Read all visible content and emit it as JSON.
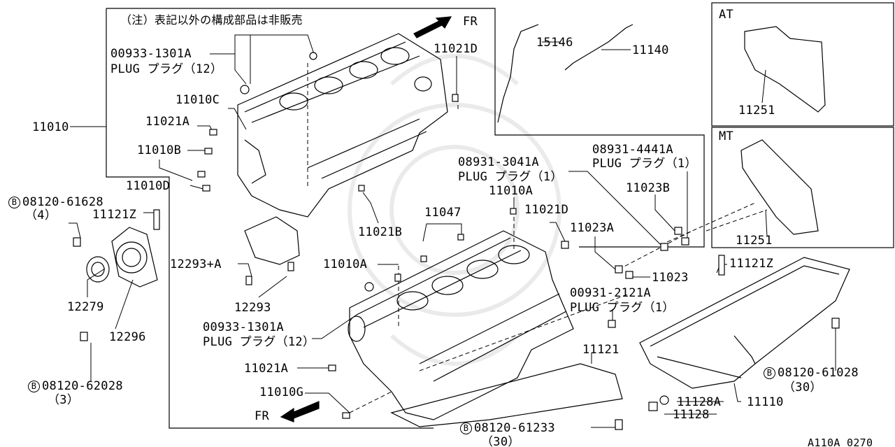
{
  "note": "（注）表記以外の構成部品は非販売",
  "fr_top": "FR",
  "fr_bottom": "FR",
  "box_at": "AT",
  "box_mt": "MT",
  "diagram_code": "A110A 0270",
  "bolt_symbol": "B",
  "parts": {
    "p_00933_top": "00933-1301A",
    "p_plug12_top": "PLUG プラグ（12）",
    "p_11010c": "11010C",
    "p_11021a_top": "11021A",
    "p_11010b": "11010B",
    "p_11010d": "11010D",
    "p_11010": "11010",
    "p_15146": "15146",
    "p_11140": "11140",
    "p_11021d_top": "11021D",
    "p_11021b": "11021B",
    "p_08120_61628": "08120-61628",
    "p_qty4": "（4）",
    "p_11121z_left": "11121Z",
    "p_12279": "12279",
    "p_12296": "12296",
    "p_08120_62028": "08120-62028",
    "p_qty3": "（3）",
    "p_12293a": "12293+A",
    "p_12293": "12293",
    "p_00933_bot": "00933-1301A",
    "p_plug12_bot": "PLUG プラグ（12）",
    "p_11010a_mid": "11010A",
    "p_11021a_bot": "11021A",
    "p_11010g": "11010G",
    "p_08931_3041a": "08931-3041A",
    "p_plug1_a": "PLUG プラグ（1）",
    "p_11010a_top": "11010A",
    "p_11047": "11047",
    "p_11021d_mid": "11021D",
    "p_08931_4441a": "08931-4441A",
    "p_plug1_b": "PLUG プラグ（1）",
    "p_11023b": "11023B",
    "p_11023a": "11023A",
    "p_11023": "11023",
    "p_00931_2121a": "00931-2121A",
    "p_plug1_c": "PLUG プラグ（1）",
    "p_11121": "11121",
    "p_11121z_right": "11121Z",
    "p_08120_61028": "08120-61028",
    "p_qty30_a": "（30）",
    "p_11128a": "11128A",
    "p_11110": "11110",
    "p_11128": "11128",
    "p_08120_61233": "08120-61233",
    "p_qty30_b": "（30）",
    "p_11251_at": "11251",
    "p_11251_mt": "11251"
  }
}
